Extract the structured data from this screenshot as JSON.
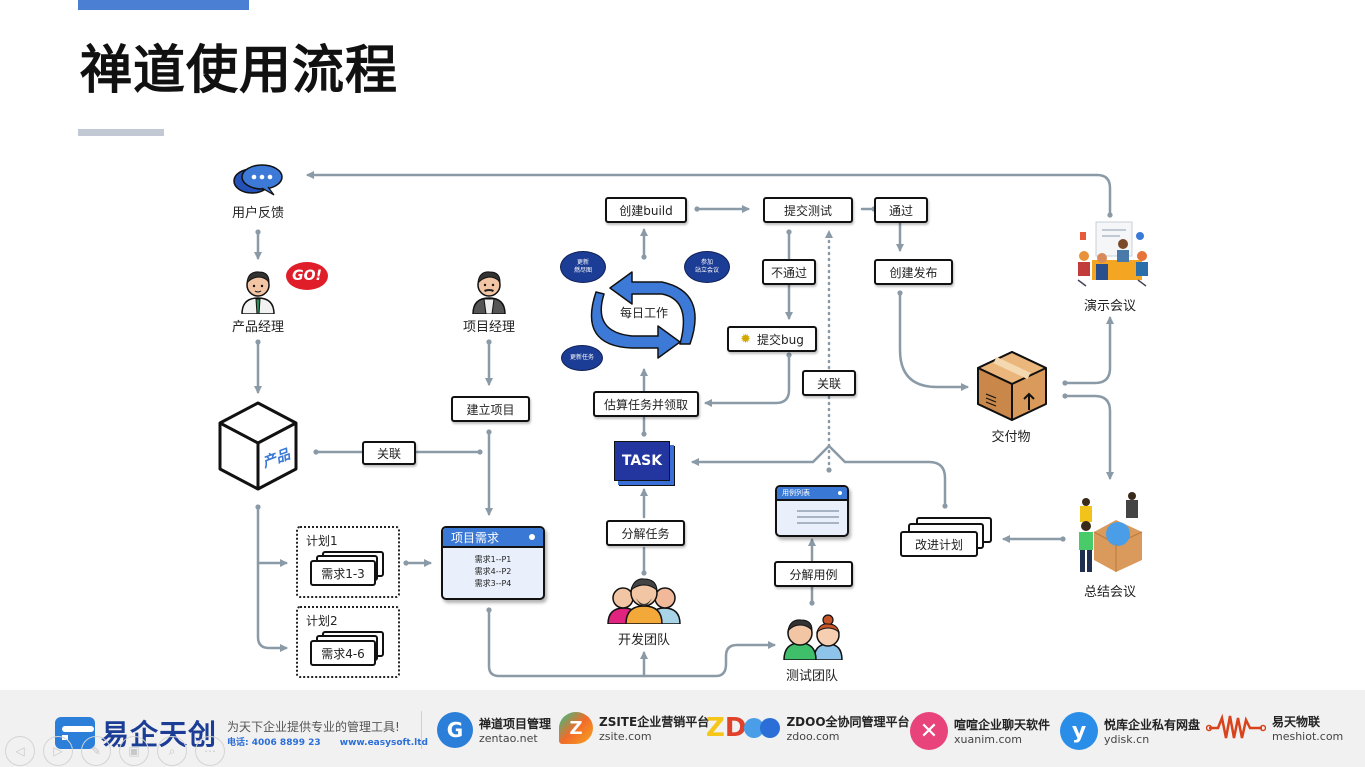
{
  "slide": {
    "title": "禅道使用流程"
  },
  "nodes": {
    "user_feedback": "用户反馈",
    "product_manager": "产品经理",
    "go_badge": "GO!",
    "project_manager": "项目经理",
    "product": "产品",
    "relate_product": "关联",
    "create_project": "建立项目",
    "plan1": {
      "title": "计划1",
      "stories": "需求1-3"
    },
    "plan2": {
      "title": "计划2",
      "stories": "需求4-6"
    },
    "project_stories": {
      "title": "项目需求",
      "items": [
        "需求1--P1",
        "需求4--P2",
        "需求3--P4"
      ]
    },
    "create_build": "创建build",
    "submit_test": "提交测试",
    "pass": "通过",
    "fail": "不通过",
    "create_release": "创建发布",
    "submit_bug": "提交bug",
    "daily_work": "每日工作",
    "bubble_burndown": [
      "更新",
      "燃尽图"
    ],
    "bubble_standup": [
      "参加",
      "站立会议"
    ],
    "bubble_task": "更新任务",
    "estimate_task": "估算任务并领取",
    "relate_case": "关联",
    "task": "TASK",
    "split_task": "分解任务",
    "dev_team": "开发团队",
    "case_list": "用例列表",
    "split_case": "分解用例",
    "test_team": "测试团队",
    "deliverable": "交付物",
    "demo_meeting": "演示会议",
    "improve_plan": "改进计划",
    "retro_meeting": "总结会议"
  },
  "colors": {
    "accent": "#4a7fd4",
    "connector": "#8a9aa6",
    "window_header": "#3a78d6",
    "bubble": "#1c3d96",
    "task": "#23359e",
    "go_badge": "#e01e2a"
  },
  "footer": {
    "company": {
      "name": "易企天创",
      "slogan": "为天下企业提供专业的管理工具!",
      "phone": "电话: 4006 8899 23",
      "website": "www.easysoft.ltd"
    },
    "brands": [
      {
        "name": "禅道项目管理",
        "url": "zentao.net",
        "icon": "zentao-logo-icon",
        "color": "#2b7fd8"
      },
      {
        "name": "ZSITE企业营销平台",
        "url": "zsite.com",
        "icon": "zsite-logo-icon",
        "color": "#f26b2a"
      },
      {
        "name": "ZDOO全协同管理平台",
        "url": "zdoo.com",
        "icon": "zdoo-logo-icon",
        "color": "#f5c518"
      },
      {
        "name": "喧喧企业聊天软件",
        "url": "xuanim.com",
        "icon": "xuanxuan-logo-icon",
        "color": "#e8437b"
      },
      {
        "name": "悦库企业私有网盘",
        "url": "ydisk.cn",
        "icon": "ydisk-logo-icon",
        "color": "#2a8ee8"
      },
      {
        "name": "易天物联",
        "url": "meshiot.com",
        "icon": "meshiot-logo-icon",
        "color": "#d8431c"
      }
    ]
  },
  "slideshow_nav": [
    {
      "icon": "previous-icon",
      "glyph": "◁"
    },
    {
      "icon": "next-icon",
      "glyph": "▷"
    },
    {
      "icon": "pen-icon",
      "glyph": "✎"
    },
    {
      "icon": "slides-icon",
      "glyph": "▣"
    },
    {
      "icon": "zoom-icon",
      "glyph": "⌕"
    },
    {
      "icon": "more-icon",
      "glyph": "⋯"
    }
  ]
}
